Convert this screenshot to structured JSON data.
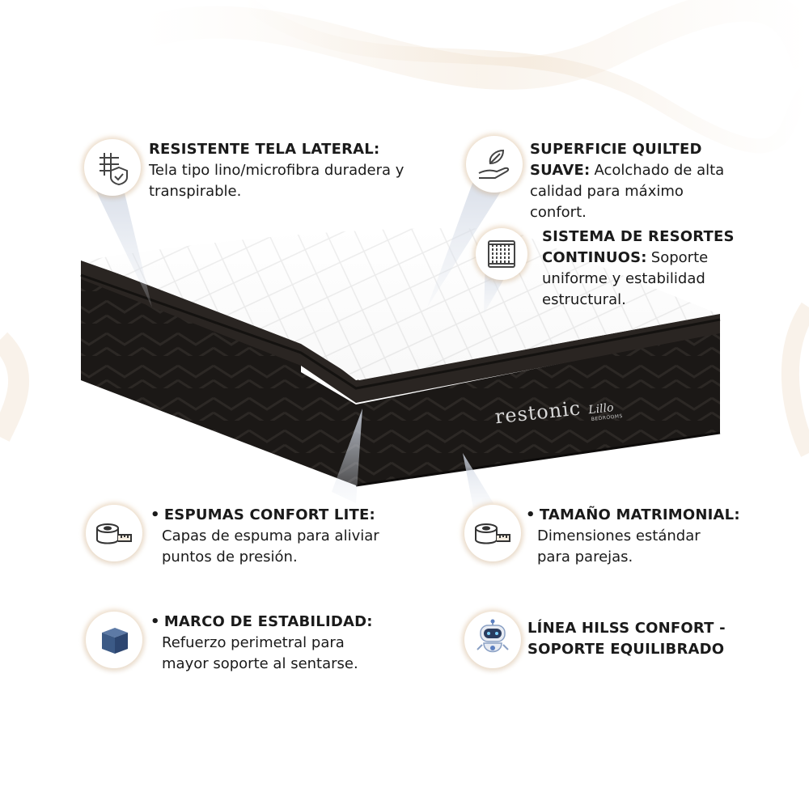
{
  "features": {
    "side_fabric": {
      "title": "RESISTENTE TELA LATERAL:",
      "desc": "Tela tipo lino/microfibra duradera y transpirable.",
      "icon": "fabric-shield-icon"
    },
    "quilted_surface": {
      "title": "SUPERFICIE QUILTED SUAVE:",
      "desc": "Acolchado de alta calidad para máximo confort.",
      "icon": "feather-hand-icon"
    },
    "springs": {
      "title": "SISTEMA DE RESORTES CONTINUOS:",
      "desc": "Soporte uniforme y estabilidad estructural.",
      "icon": "spring-coil-icon"
    },
    "foams": {
      "bullet": "•",
      "title": "ESPUMAS CONFORT LITE:",
      "desc": "Capas de espuma para aliviar puntos de presión.",
      "icon": "measuring-tape-icon"
    },
    "size": {
      "bullet": "•",
      "title": "TAMAÑO MATRIMONIAL:",
      "desc": "Dimensiones estándar para parejas.",
      "icon": "measuring-tape-icon"
    },
    "frame": {
      "bullet": "•",
      "title": "MARCO DE ESTABILIDAD:",
      "desc": "Refuerzo perimetral para mayor soporte al sentarse.",
      "icon": "cube-icon"
    },
    "line": {
      "title": "LÍNEA HILSS CONFORT - SOPORTE EQUILIBRADO",
      "icon": "robot-icon"
    }
  },
  "brand": {
    "name": "restonic",
    "sub": "Lillo",
    "tag": "BEDROOMS"
  },
  "colors": {
    "text": "#1a1a1a",
    "mattress_side": "#1b1816",
    "mattress_top": "#ffffff",
    "accent_glow": "#e6c39a",
    "cube": "#3c5a86"
  }
}
